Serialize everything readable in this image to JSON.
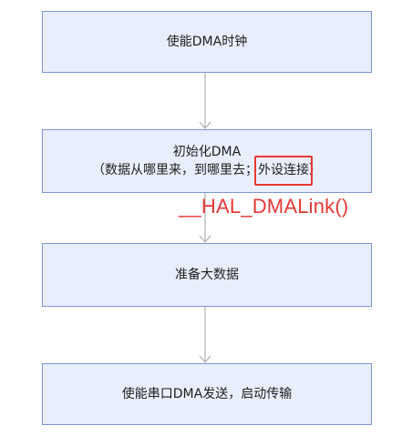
{
  "steps": [
    {
      "line1": "使能DMA时钟"
    },
    {
      "line1": "初始化DMA",
      "line2_prefix": "（数据从哪里来，到哪里去；",
      "line2_highlight": "外设连接",
      "line2_suffix": "）"
    },
    {
      "line1": "准备大数据"
    },
    {
      "line1": "使能串口DMA发送，启动传输"
    }
  ],
  "annotation": "__HAL_DMALink()",
  "colors": {
    "box_fill": "#e9eefc",
    "box_border": "#7f95d6",
    "arrow": "#b0b0b0",
    "highlight": "#e53935"
  }
}
